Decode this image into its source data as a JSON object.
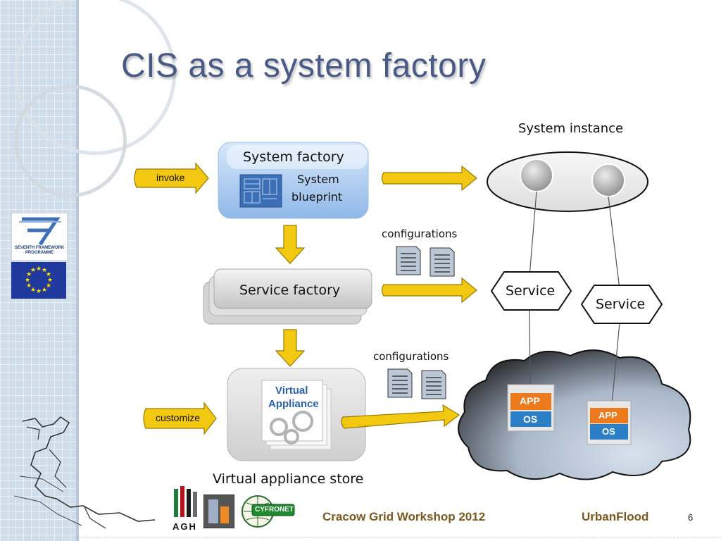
{
  "slide": {
    "title": "CIS as a system factory",
    "number": "6"
  },
  "nodes": {
    "system_factory": {
      "label": "System factory",
      "blueprint_label_1": "System",
      "blueprint_label_2": "blueprint"
    },
    "service_factory": {
      "label": "Service factory"
    },
    "appliance_store": {
      "label": "Virtual appliance store",
      "icon_line_1": "Virtual",
      "icon_line_2": "Appliance"
    },
    "system_instance": {
      "label": "System instance"
    },
    "service_1": {
      "label": "Service"
    },
    "service_2": {
      "label": "Service"
    },
    "app_os_1": {
      "app": "APP",
      "os": "OS"
    },
    "app_os_2": {
      "app": "APP",
      "os": "OS"
    }
  },
  "edges": {
    "invoke": "invoke",
    "customize": "customize",
    "configurations_top": "configurations",
    "configurations_bottom": "configurations"
  },
  "footer": {
    "workshop": "Cracow Grid Workshop 2012",
    "project": "UrbanFlood"
  },
  "logos": {
    "fp7": "SEVENTH FRAMEWORK PROGRAMME",
    "agh": "AGH",
    "cyfronet": "CYFRONET"
  },
  "colors": {
    "title": "#4a5a86",
    "arrow_fill": "#f2c811",
    "arrow_stroke": "#9a7a00",
    "system_factory_fill": "#aecdf0",
    "footer_text": "#7a5a1e",
    "cloud_dark": "#2d2f33",
    "cloud_light": "#c9d6e6",
    "app_orange": "#ee7a1e",
    "os_blue": "#2c7fc6"
  }
}
